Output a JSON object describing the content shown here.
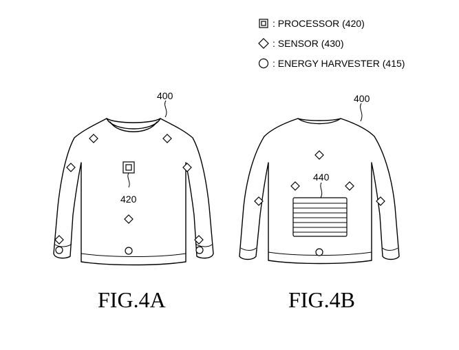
{
  "legend": [
    {
      "symbol": "square-in-square",
      "text": ": PROCESSOR (420)"
    },
    {
      "symbol": "diamond",
      "text": ": SENSOR (430)"
    },
    {
      "symbol": "circle",
      "text": ": ENERGY HARVESTER (415)"
    }
  ],
  "figA": {
    "caption": "FIG.4A",
    "garment_ref": "400",
    "processor_ref": "420"
  },
  "figB": {
    "caption": "FIG.4B",
    "garment_ref": "400",
    "panel_ref": "440"
  },
  "colors": {
    "line": "#000000",
    "background": "#ffffff"
  }
}
